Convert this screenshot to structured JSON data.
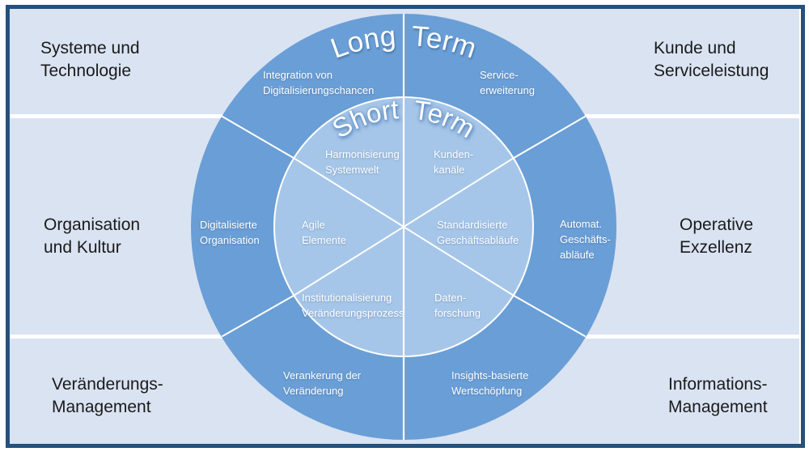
{
  "diagram": {
    "titles": {
      "long_term": "Long Term",
      "short_term": "Short Term"
    },
    "colors": {
      "border": "#24517D",
      "band_background": "#DAE3F2",
      "outer_ring": "#6A9ED6",
      "inner_circle": "#A6C6E9",
      "divider": "#FFFFFF",
      "band_text": "#1A1A1A",
      "ring_text": "#FFFFFF"
    },
    "quadrant_labels": [
      {
        "position": "top-left",
        "lines": [
          "Systeme und",
          "Technologie"
        ]
      },
      {
        "position": "top-right",
        "lines": [
          "Kunde und",
          "Serviceleistung"
        ]
      },
      {
        "position": "middle-left",
        "lines": [
          "Organisation",
          "und Kultur"
        ]
      },
      {
        "position": "middle-right",
        "lines": [
          "Operative",
          "Exzellenz"
        ]
      },
      {
        "position": "bottom-left",
        "lines": [
          "Veränderungs-",
          "Management"
        ]
      },
      {
        "position": "bottom-right",
        "lines": [
          "Informations-",
          "Management"
        ]
      }
    ],
    "long_term_sectors": [
      {
        "position": "top-left",
        "lines": [
          "Integration von",
          "Digitalisierungschancen"
        ]
      },
      {
        "position": "top-right",
        "lines": [
          "Service-",
          "erweiterung"
        ]
      },
      {
        "position": "left",
        "lines": [
          "Digitalisierte",
          "Organisation"
        ]
      },
      {
        "position": "right",
        "lines": [
          "Automat.",
          "Geschäfts-",
          "abläufe"
        ]
      },
      {
        "position": "bottom-left",
        "lines": [
          "Verankerung der",
          "Veränderung"
        ]
      },
      {
        "position": "bottom-right",
        "lines": [
          "Insights-basierte",
          "Wertschöpfung"
        ]
      }
    ],
    "short_term_sectors": [
      {
        "position": "top-left",
        "lines": [
          "Harmonisierung",
          "Systemwelt"
        ]
      },
      {
        "position": "top-right",
        "lines": [
          "Kunden-",
          "kanäle"
        ]
      },
      {
        "position": "left",
        "lines": [
          "Agile",
          "Elemente"
        ]
      },
      {
        "position": "right",
        "lines": [
          "Standardisierte",
          "Geschäftsabläufe"
        ]
      },
      {
        "position": "bottom-left",
        "lines": [
          "Institutionalisierung",
          "Veränderungsprozess"
        ]
      },
      {
        "position": "bottom-right",
        "lines": [
          "Daten-",
          "forschung"
        ]
      }
    ]
  }
}
